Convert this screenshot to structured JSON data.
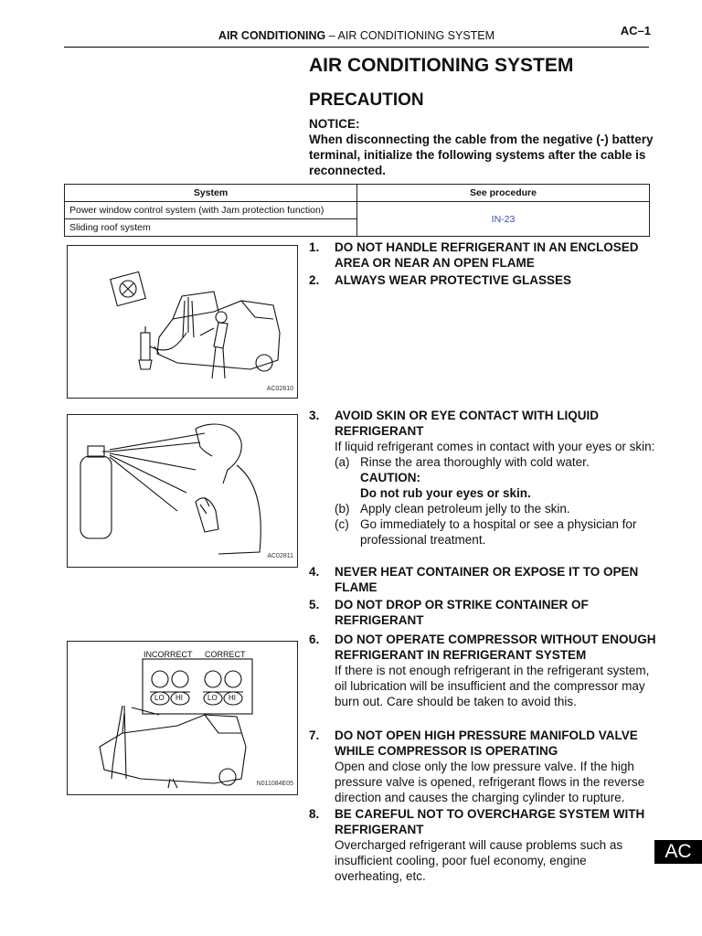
{
  "header": {
    "section_bold": "AIR CONDITIONING",
    "separator": "–",
    "section_sub": "AIR CONDITIONING SYSTEM",
    "page": "AC–1"
  },
  "title": "AIR CONDITIONING SYSTEM",
  "subtitle": "PRECAUTION",
  "notice": {
    "label": "NOTICE:",
    "text": "When disconnecting the cable from the negative (-) battery terminal, initialize the following systems after the cable is reconnected."
  },
  "table": {
    "headers": [
      "System",
      "See procedure"
    ],
    "rows": [
      "Power window control system (with Jam protection function)",
      "Sliding roof system"
    ],
    "procedure": "IN-23"
  },
  "figures": {
    "fig1_code": "AC02810",
    "fig2_code": "AC02811",
    "fig3_code": "N011084E05",
    "fig3_incorrect": "INCORRECT",
    "fig3_correct": "CORRECT",
    "gauge_lo": "LO",
    "gauge_hi": "HI"
  },
  "items": [
    {
      "num": "1.",
      "heading": "DO NOT HANDLE REFRIGERANT IN AN ENCLOSED AREA OR NEAR AN OPEN FLAME"
    },
    {
      "num": "2.",
      "heading": "ALWAYS WEAR PROTECTIVE GLASSES"
    },
    {
      "num": "3.",
      "heading": "AVOID SKIN OR EYE CONTACT WITH LIQUID REFRIGERANT",
      "text": "If liquid refrigerant comes in contact with your eyes or skin:",
      "a_label": "(a)",
      "a_text": "Rinse the area thoroughly with cold water.",
      "caution_label": "CAUTION:",
      "caution_text": "Do not rub your eyes or skin.",
      "b_label": "(b)",
      "b_text": "Apply clean petroleum jelly to the skin.",
      "c_label": "(c)",
      "c_text": "Go immediately to a hospital or see a physician for professional treatment."
    },
    {
      "num": "4.",
      "heading": "NEVER HEAT CONTAINER OR EXPOSE IT TO OPEN FLAME"
    },
    {
      "num": "5.",
      "heading": "DO NOT DROP OR STRIKE CONTAINER OF REFRIGERANT"
    },
    {
      "num": "6.",
      "heading": "DO NOT OPERATE COMPRESSOR WITHOUT ENOUGH REFRIGERANT IN REFRIGERANT SYSTEM",
      "text": "If there is not enough refrigerant in the refrigerant system, oil lubrication will be insufficient and the compressor may burn out. Care should be taken to avoid this."
    },
    {
      "num": "7.",
      "heading": "DO NOT OPEN HIGH PRESSURE MANIFOLD VALVE WHILE COMPRESSOR IS OPERATING",
      "text": "Open and close only the low pressure valve. If the high pressure valve is opened, refrigerant flows in the reverse direction and causes the charging cylinder to rupture."
    },
    {
      "num": "8.",
      "heading": "BE CAREFUL NOT TO OVERCHARGE SYSTEM WITH REFRIGERANT",
      "text": "Overcharged refrigerant will cause problems such as insufficient cooling, poor fuel economy, engine overheating, etc."
    }
  ],
  "tab": "AC"
}
